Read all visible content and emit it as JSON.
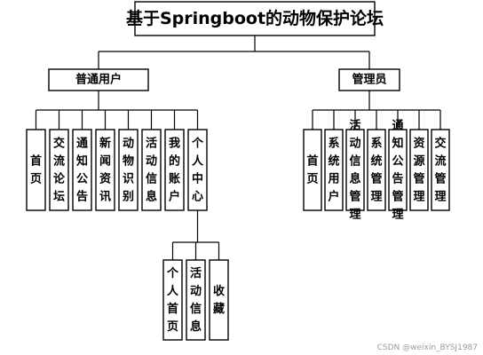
{
  "root": {
    "label": "基于Springboot的动物保护论坛"
  },
  "roles": [
    {
      "label": "普通用户",
      "items": [
        {
          "label": "首页"
        },
        {
          "label": "交流论坛"
        },
        {
          "label": "通知公告"
        },
        {
          "label": "新闻资讯"
        },
        {
          "label": "动物识别"
        },
        {
          "label": "活动信息"
        },
        {
          "label": "我的账户"
        },
        {
          "label": "个人中心",
          "children": [
            {
              "label": "个人首页"
            },
            {
              "label": "活动信息"
            },
            {
              "label": "收藏"
            }
          ]
        }
      ]
    },
    {
      "label": "管理员",
      "items": [
        {
          "label": "首页"
        },
        {
          "label": "系统用户"
        },
        {
          "label": "活动信息管理"
        },
        {
          "label": "系统管理"
        },
        {
          "label": "通知公告管理"
        },
        {
          "label": "资源管理"
        },
        {
          "label": "交流管理"
        }
      ]
    }
  ],
  "watermark": "CSDN @weixin_BYSJ1987"
}
